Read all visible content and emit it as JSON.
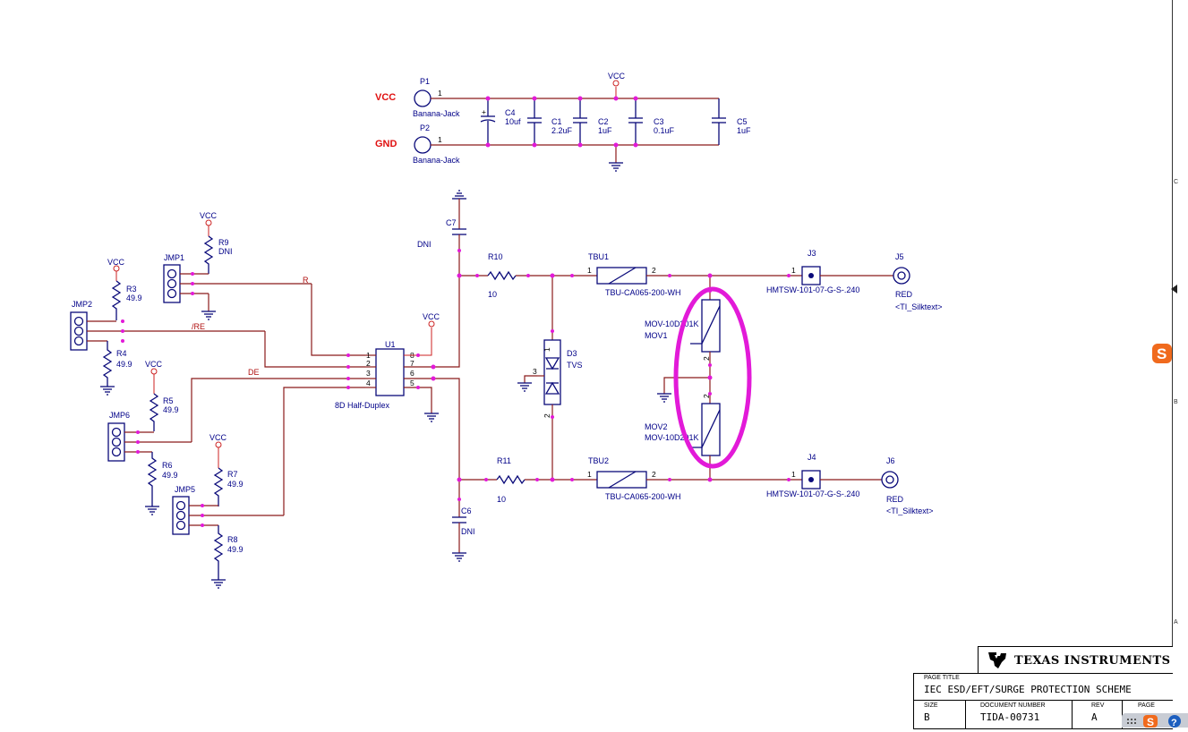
{
  "rails": {
    "vcc": "VCC",
    "gnd": "GND"
  },
  "vcc_label": "VCC",
  "connectors": {
    "p1": {
      "ref": "P1",
      "value": "Banana-Jack",
      "pin": "1"
    },
    "p2": {
      "ref": "P2",
      "value": "Banana-Jack",
      "pin": "1"
    },
    "j3": {
      "ref": "J3",
      "value": "HMTSW-101-07-G-S-.240",
      "pin": "1"
    },
    "j4": {
      "ref": "J4",
      "value": "HMTSW-101-07-G-S-.240",
      "pin": "1"
    },
    "j5": {
      "ref": "J5",
      "value": "RED",
      "silk": "<TI_Silktext>"
    },
    "j6": {
      "ref": "J6",
      "value": "RED",
      "silk": "<TI_Silktext>"
    }
  },
  "capacitors": {
    "c4": {
      "ref": "C4",
      "value": "10uf"
    },
    "c1": {
      "ref": "C1",
      "value": "2.2uF"
    },
    "c2": {
      "ref": "C2",
      "value": "1uF"
    },
    "c3": {
      "ref": "C3",
      "value": "0.1uF"
    },
    "c5": {
      "ref": "C5",
      "value": "1uF"
    },
    "c7": {
      "ref": "C7",
      "value": "DNI"
    },
    "c6": {
      "ref": "C6",
      "value": "DNI"
    }
  },
  "resistors": {
    "r9": {
      "ref": "R9",
      "value": "DNI"
    },
    "r3": {
      "ref": "R3",
      "value": "49.9"
    },
    "r4": {
      "ref": "R4",
      "value": "49.9"
    },
    "r5": {
      "ref": "R5",
      "value": "49.9"
    },
    "r6": {
      "ref": "R6",
      "value": "49.9"
    },
    "r7": {
      "ref": "R7",
      "value": "49.9"
    },
    "r8": {
      "ref": "R8",
      "value": "49.9"
    },
    "r10": {
      "ref": "R10",
      "value": "10"
    },
    "r11": {
      "ref": "R11",
      "value": "10"
    }
  },
  "jumpers": {
    "jmp1": "JMP1",
    "jmp2": "JMP2",
    "jmp6": "JMP6",
    "jmp5": "JMP5"
  },
  "nets": {
    "r": "R",
    "re": "/RE",
    "de": "DE"
  },
  "u1": {
    "ref": "U1",
    "value": "8D Half-Duplex",
    "pins": [
      "1",
      "2",
      "3",
      "4",
      "8",
      "7",
      "6",
      "5"
    ]
  },
  "d3": {
    "ref": "D3",
    "value": "TVS",
    "pin1": "1",
    "pin2": "2",
    "pin3": "3"
  },
  "tbu1": {
    "ref": "TBU1",
    "value": "TBU-CA065-200-WH",
    "pin1": "1",
    "pin2": "2"
  },
  "tbu2": {
    "ref": "TBU2",
    "value": "TBU-CA065-200-WH",
    "pin1": "1",
    "pin2": "2"
  },
  "mov1": {
    "value": "MOV-10D201K",
    "ref": "MOV1",
    "pin": "2"
  },
  "mov2": {
    "ref": "MOV2",
    "value": "MOV-10D201K",
    "pin": "2"
  },
  "colors": {
    "wire": "#8b1a1a",
    "part": "#0a0a7a",
    "junction": "#e21ad8",
    "highlight": "#e21ad8",
    "rail_text": "#e01010"
  },
  "title_block": {
    "company": "TEXAS INSTRUMENTS",
    "page_title_label": "PAGE TITLE",
    "page_title": "IEC ESD/EFT/SURGE PROTECTION SCHEME",
    "size_label": "SIZE",
    "size": "B",
    "doc_number_label": "DOCUMENT NUMBER",
    "doc_number": "TIDA-00731",
    "rev_label": "REV",
    "rev": "A",
    "page_label": "PAGE"
  },
  "zones": [
    "C",
    "B",
    "A"
  ]
}
